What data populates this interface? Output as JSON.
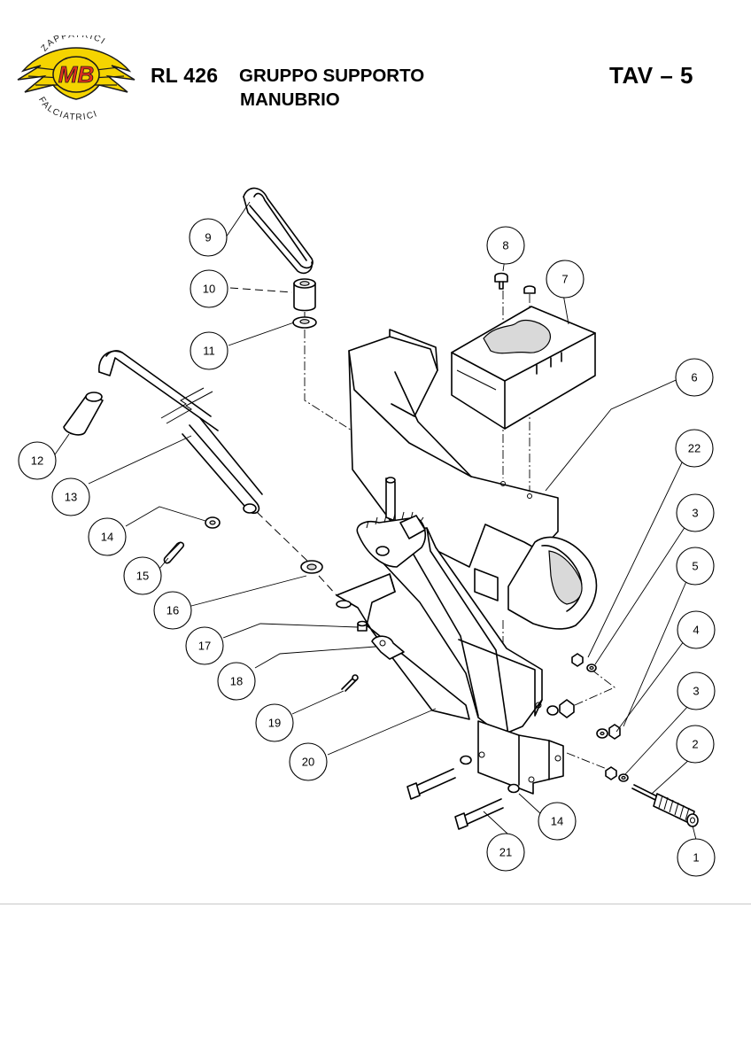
{
  "header": {
    "logo_top_text": "ZAPPATRICI",
    "logo_mark": "MB",
    "logo_bottom_text": "FALCIATRICI",
    "model": "RL 426",
    "title_line1": "GRUPPO SUPPORTO",
    "title_line2": "MANUBRIO",
    "table_id": "TAV – 5"
  },
  "colors": {
    "logo_yellow": "#f5d400",
    "logo_red": "#e0301e",
    "logo_dark": "#1a1a1a"
  },
  "callouts": [
    {
      "id": "c9",
      "label": "9"
    },
    {
      "id": "c8",
      "label": "8"
    },
    {
      "id": "c7",
      "label": "7"
    },
    {
      "id": "c10",
      "label": "10"
    },
    {
      "id": "c11",
      "label": "11"
    },
    {
      "id": "c6",
      "label": "6"
    },
    {
      "id": "c22",
      "label": "22"
    },
    {
      "id": "c12",
      "label": "12"
    },
    {
      "id": "c13",
      "label": "13"
    },
    {
      "id": "c3a",
      "label": "3"
    },
    {
      "id": "c14a",
      "label": "14"
    },
    {
      "id": "c5",
      "label": "5"
    },
    {
      "id": "c15",
      "label": "15"
    },
    {
      "id": "c16",
      "label": "16"
    },
    {
      "id": "c4",
      "label": "4"
    },
    {
      "id": "c17",
      "label": "17"
    },
    {
      "id": "c18",
      "label": "18"
    },
    {
      "id": "c3b",
      "label": "3"
    },
    {
      "id": "c19",
      "label": "19"
    },
    {
      "id": "c2",
      "label": "2"
    },
    {
      "id": "c20",
      "label": "20"
    },
    {
      "id": "c14b",
      "label": "14"
    },
    {
      "id": "c21",
      "label": "21"
    },
    {
      "id": "c1",
      "label": "1"
    }
  ]
}
